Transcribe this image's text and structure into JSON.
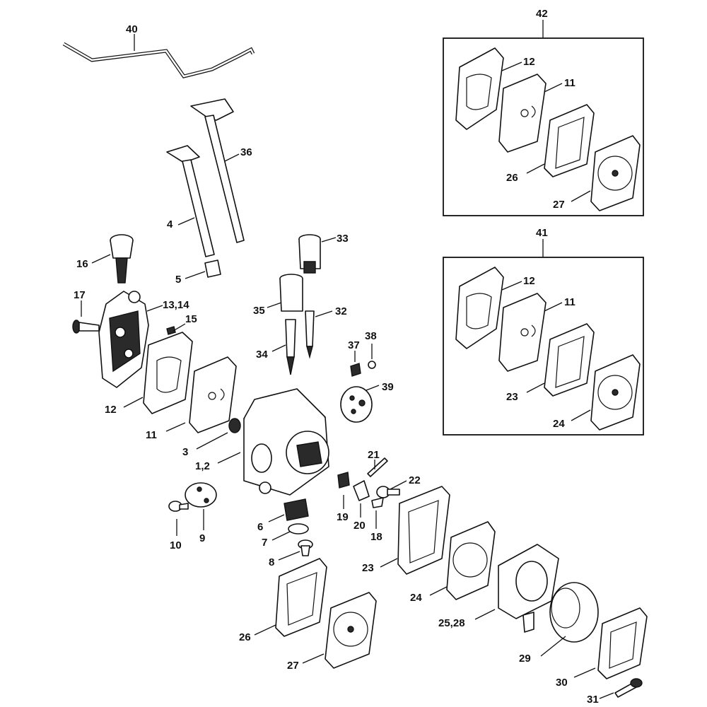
{
  "diagram": {
    "title": "",
    "callouts": {
      "c40": "40",
      "c36": "36",
      "c4": "4",
      "c5": "5",
      "c16": "16",
      "c17": "17",
      "c13_14": "13,14",
      "c15": "15",
      "c12a": "12",
      "c11a": "11",
      "c3": "3",
      "c1_2": "1,2",
      "c33": "33",
      "c35": "35",
      "c32": "32",
      "c34": "34",
      "c37": "37",
      "c38": "38",
      "c39": "39",
      "c21": "21",
      "c22": "22",
      "c19": "19",
      "c20": "20",
      "c18": "18",
      "c6": "6",
      "c7": "7",
      "c8": "8",
      "c10": "10",
      "c9": "9",
      "c23a": "23",
      "c24a": "24",
      "c25_28": "25,28",
      "c26a": "26",
      "c27a": "27",
      "c29": "29",
      "c30": "30",
      "c31": "31",
      "c42": "42",
      "c12b": "12",
      "c11b": "11",
      "c26b": "26",
      "c27b": "27",
      "c41": "41",
      "c12c": "12",
      "c11c": "11",
      "c23b": "23",
      "c24b": "24"
    }
  }
}
